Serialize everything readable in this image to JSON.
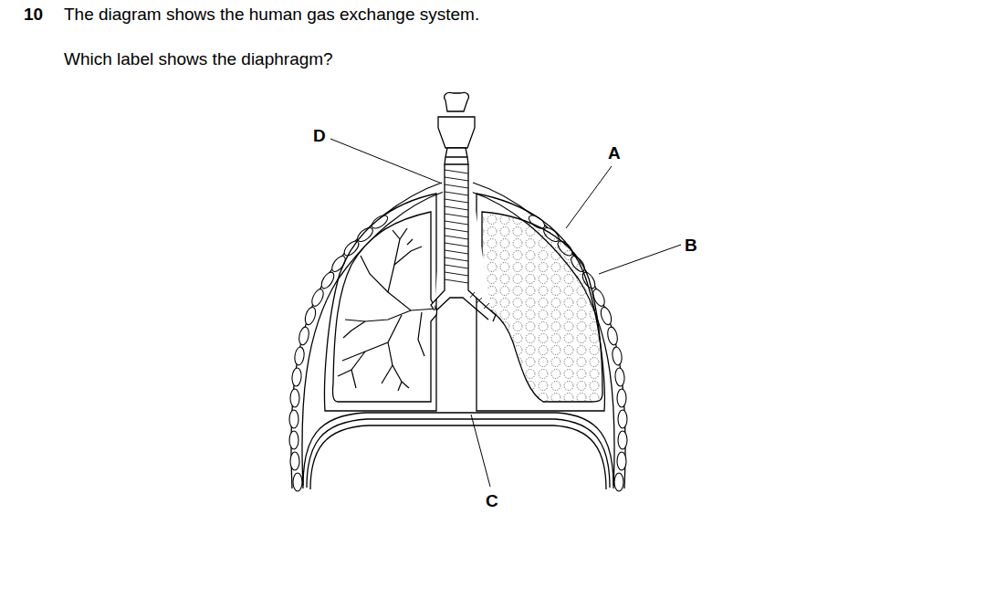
{
  "diagram": {
    "labels": [
      "10",
      "The diagram shows the human gas exchange system.",
      "Which label shows the diaphragm?",
      "D",
      "A",
      "B",
      "C"
    ]
  }
}
